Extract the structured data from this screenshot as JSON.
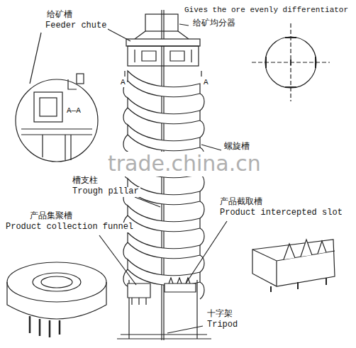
{
  "diagram": {
    "labels": [
      "给矿槽",
      "Feeder chute",
      "Gives the ore evenly differentiator",
      "给矿均分器",
      "A—A",
      "A",
      "A",
      "螺旋槽",
      "trade.china.cn",
      "槽支柱",
      "Trough pillar",
      "产品集聚槽",
      "Product collection funnel",
      "产品截取槽",
      "Product intercepted slot",
      "十字架",
      "Tripod"
    ]
  }
}
